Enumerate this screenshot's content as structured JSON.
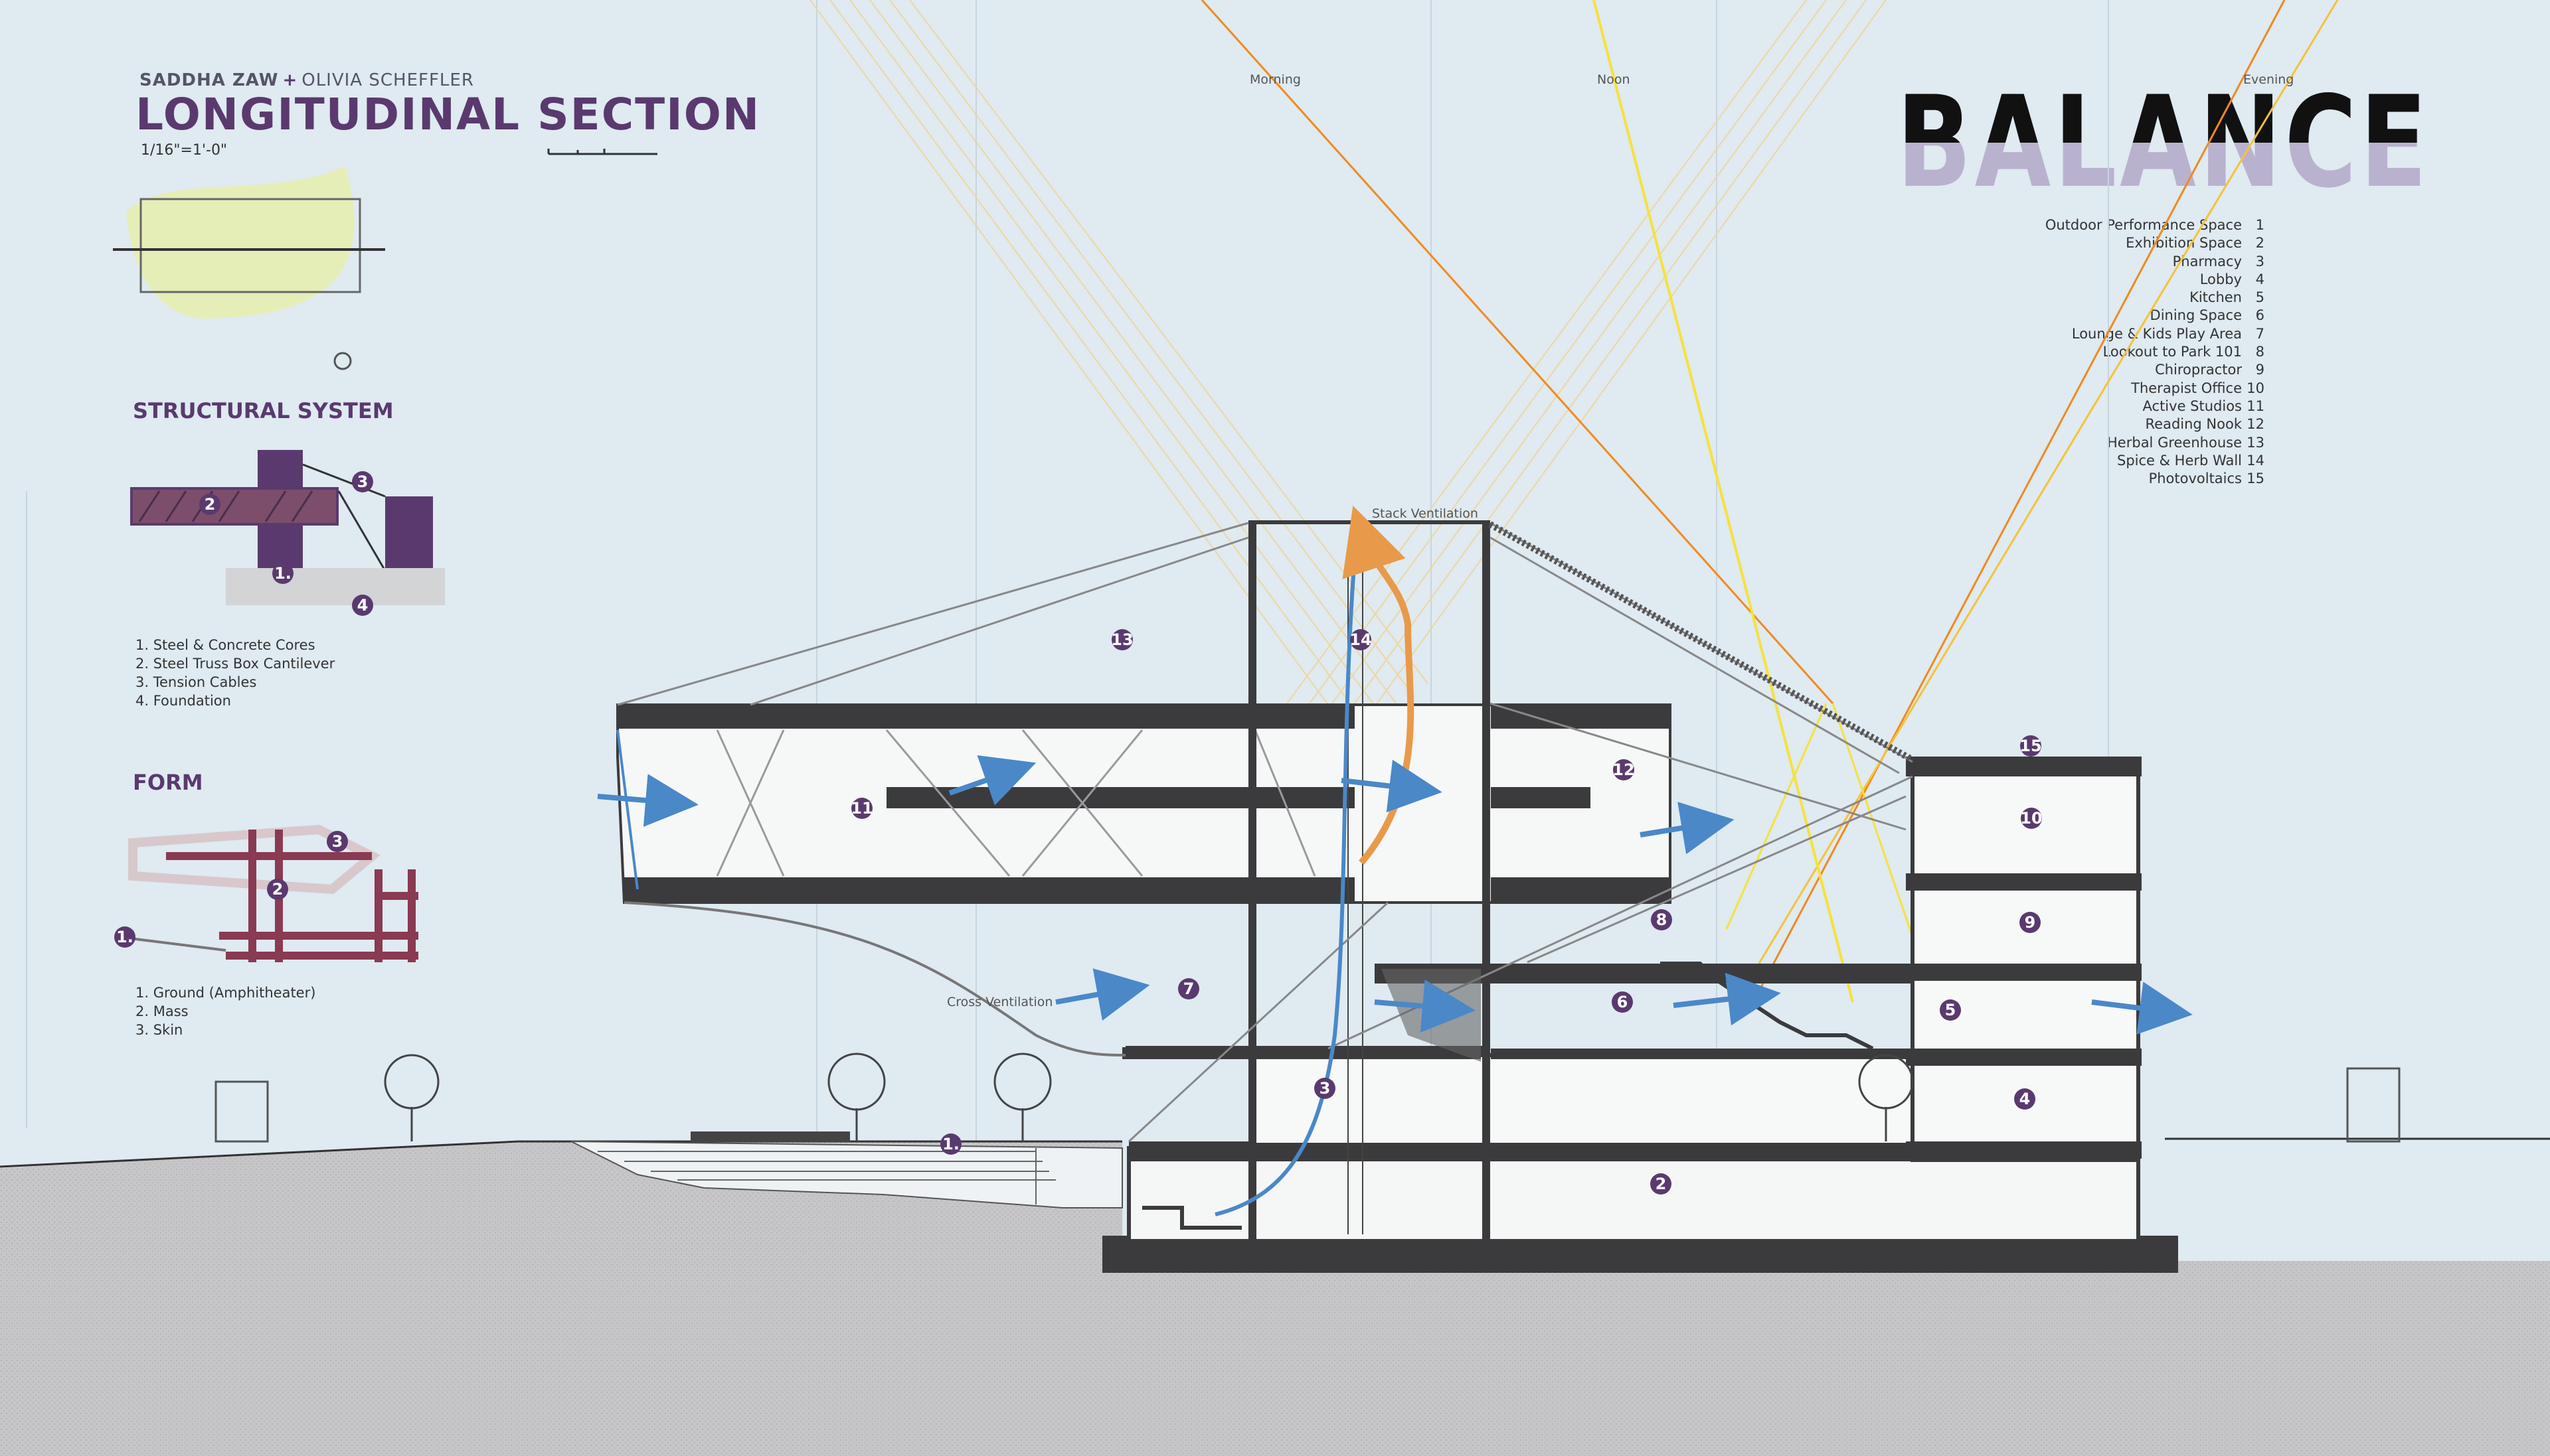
{
  "header": {
    "author_primary": "SADDHA ZAW",
    "author_separator": "+",
    "author_secondary": "OLIVIA SCHEFFLER",
    "title": "LONGITUDINAL SECTION",
    "scale": "1/16\"=1'-0\""
  },
  "brand": {
    "word": "BALANCE"
  },
  "time_labels": {
    "morning": "Morning",
    "noon": "Noon",
    "evening": "Evening"
  },
  "annotations": {
    "stack_ventilation": "Stack Ventilation",
    "cross_ventilation": "Cross Ventilation"
  },
  "structural": {
    "heading": "STRUCTURAL SYSTEM",
    "items": [
      "1. Steel & Concrete Cores",
      "2. Steel Truss Box Cantilever",
      "3. Tension Cables",
      "4. Foundation"
    ],
    "markers": [
      "1.",
      "2",
      "3",
      "4"
    ]
  },
  "form": {
    "heading": "FORM",
    "items": [
      "1. Ground (Amphitheater)",
      "2. Mass",
      "3. Skin"
    ],
    "markers": [
      "1.",
      "2",
      "3"
    ]
  },
  "legend": [
    {
      "label": "Outdoor Performance Space",
      "num": "1"
    },
    {
      "label": "Exhibition Space",
      "num": "2"
    },
    {
      "label": "Pharmacy",
      "num": "3"
    },
    {
      "label": "Lobby",
      "num": "4"
    },
    {
      "label": "Kitchen",
      "num": "5"
    },
    {
      "label": "Dining Space",
      "num": "6"
    },
    {
      "label": "Lounge & Kids Play Area",
      "num": "7"
    },
    {
      "label": "Lookout to Park 101",
      "num": "8"
    },
    {
      "label": "Chiropractor",
      "num": "9"
    },
    {
      "label": "Therapist Office",
      "num": "10"
    },
    {
      "label": "Active Studios",
      "num": "11"
    },
    {
      "label": "Reading Nook",
      "num": "12"
    },
    {
      "label": "Herbal Greenhouse",
      "num": "13"
    },
    {
      "label": "Spice & Herb Wall",
      "num": "14"
    },
    {
      "label": "Photovoltaics",
      "num": "15"
    }
  ],
  "section_markers": {
    "m1": "1.",
    "m2": "2",
    "m3": "3",
    "m4": "4",
    "m5": "5",
    "m6": "6",
    "m7": "7",
    "m8": "8",
    "m9": "9",
    "m10": "10",
    "m11": "11",
    "m12": "12",
    "m13": "13",
    "m14": "14",
    "m15": "15"
  },
  "colors": {
    "background": "#dfeaf1",
    "accent_purple": "#5a3a6e",
    "structure_dark": "#3b3b3d",
    "ground": "#c4c4c6",
    "airflow_blue": "#4a88c8",
    "airflow_orange": "#e89a4a",
    "sun_orange": "#f08a1c",
    "sun_yellow": "#f6e23a",
    "plan_green": "#e6eeb8"
  }
}
